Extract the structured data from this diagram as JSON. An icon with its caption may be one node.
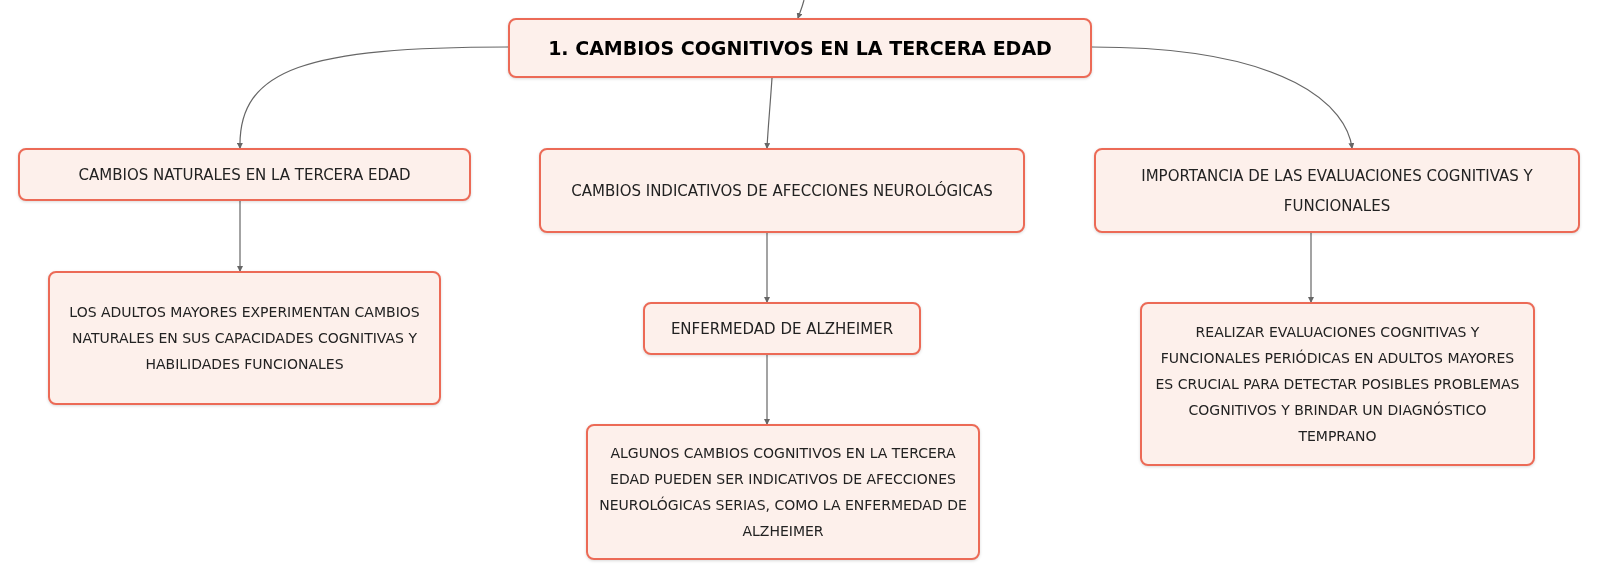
{
  "diagram": {
    "nodes": [
      {
        "text": [
          "1. CAMBIOS COGNITIVOS EN LA TERCERA EDAD"
        ]
      },
      {
        "text": [
          "CAMBIOS NATURALES EN LA TERCERA EDAD"
        ]
      },
      {
        "text": [
          "CAMBIOS INDICATIVOS DE AFECCIONES NEUROLÓGICAS"
        ]
      },
      {
        "text": [
          "IMPORTANCIA DE LAS EVALUACIONES COGNITIVAS Y FUNCIONALES"
        ]
      },
      {
        "text": [
          "LOS ADULTOS MAYORES EXPERIMENTAN CAMBIOS NATURALES EN SUS CAPACIDADES COGNITIVAS Y HABILIDADES FUNCIONALES"
        ]
      },
      {
        "text": [
          "ENFERMEDAD DE ALZHEIMER"
        ]
      },
      {
        "text": [
          "ALGUNOS CAMBIOS COGNITIVOS EN LA TERCERA EDAD PUEDEN SER INDICATIVOS DE AFECCIONES NEUROLÓGICAS SERIAS, COMO LA ENFERMEDAD DE ALZHEIMER"
        ]
      },
      {
        "text": [
          "REALIZAR EVALUACIONES COGNITIVAS Y FUNCIONALES PERIÓDICAS EN ADULTOS MAYORES ES CRUCIAL PARA DETECTAR POSIBLES PROBLEMAS COGNITIVOS Y BRINDAR UN DIAGNÓSTICO TEMPRANO"
        ]
      }
    ],
    "edges": [
      {
        "from": null,
        "to": 0,
        "arrow": "to"
      },
      {
        "from": 0,
        "to": 1,
        "arrow": "to"
      },
      {
        "from": 0,
        "to": 2,
        "arrow": "to"
      },
      {
        "from": 0,
        "to": 3,
        "arrow": "to"
      },
      {
        "from": 1,
        "to": 4,
        "arrow": "to"
      },
      {
        "from": 2,
        "to": 5,
        "arrow": "to"
      },
      {
        "from": 5,
        "to": 6,
        "arrow": "to"
      },
      {
        "from": 3,
        "to": 7,
        "arrow": "to"
      }
    ]
  }
}
